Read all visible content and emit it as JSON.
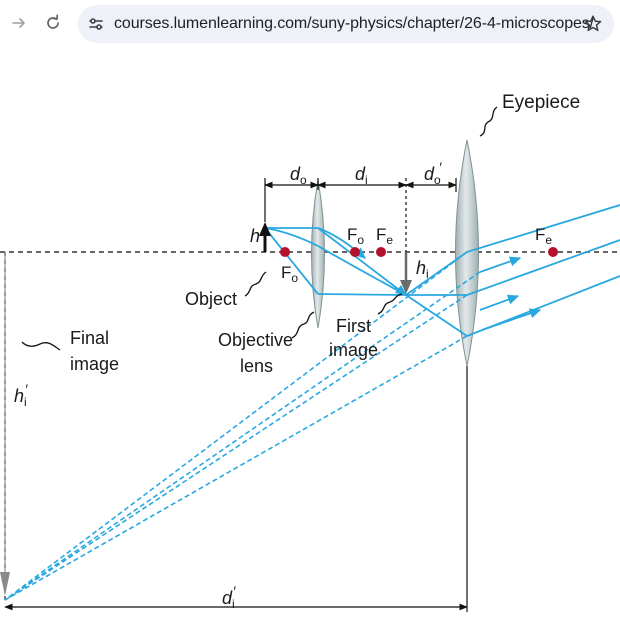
{
  "browser": {
    "url": "courses.lumenlearning.com/suny-physics/chapter/26-4-microscopes/",
    "icons": {
      "forward": "forward-arrow-icon",
      "reload": "reload-icon",
      "site_info": "site-info-icon",
      "bookmark": "bookmark-star-icon"
    }
  },
  "figure": {
    "labels": {
      "eyepiece": "Eyepiece",
      "object": "Object",
      "objective_lens_line1": "Objective",
      "objective_lens_line2": "lens",
      "first_image_line1": "First",
      "first_image_line2": "image",
      "final_image_line1": "Final",
      "final_image_line2": "image",
      "h": "h",
      "hi_main": "h",
      "hi_sub": "i",
      "hi_prime_main": "h",
      "hi_prime_sub": "i",
      "hi_prime_mark": "′",
      "do_main": "d",
      "do_sub": "o",
      "di_main": "d",
      "di_sub": "i",
      "do_prime_main": "d",
      "do_prime_sub": "o",
      "do_prime_mark": "′",
      "di_prime_main": "d",
      "di_prime_sub": "i",
      "di_prime_mark": "′",
      "fo_main": "F",
      "fo_sub": "o",
      "fe_main": "F",
      "fe_sub": "e"
    },
    "colors": {
      "ray": "#29a8e0",
      "lens": "#bcc7c8",
      "focal_point": "#b3122a",
      "axis": "#333333"
    }
  }
}
